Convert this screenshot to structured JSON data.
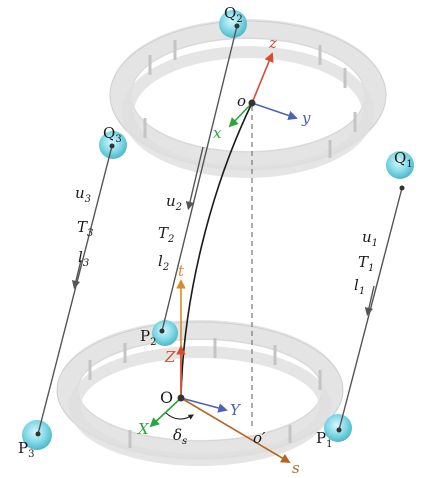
{
  "colors": {
    "z_axis": "#d94b2e",
    "x_axis": "#2aa63a",
    "y_axis": "#4a63b5",
    "t_axis": "#d98a2a",
    "s_axis": "#b8651e",
    "cable": "#555555",
    "joint": "#7fd8e6",
    "ring": "#e6e6e6"
  },
  "points": {
    "Q1": {
      "base": "Q",
      "sub": "1"
    },
    "Q2": {
      "base": "Q",
      "sub": "2"
    },
    "Q3": {
      "base": "Q",
      "sub": "3"
    },
    "P1": {
      "base": "P",
      "sub": "1"
    },
    "P2": {
      "base": "P",
      "sub": "2"
    },
    "P3": {
      "base": "P",
      "sub": "3"
    }
  },
  "cables": [
    {
      "u": {
        "base": "u",
        "sub": "1"
      },
      "T": {
        "base": "T",
        "sub": "1"
      },
      "l": {
        "base": "l",
        "sub": "1"
      }
    },
    {
      "u": {
        "base": "u",
        "sub": "2"
      },
      "T": {
        "base": "T",
        "sub": "2"
      },
      "l": {
        "base": "l",
        "sub": "2"
      }
    },
    {
      "u": {
        "base": "u",
        "sub": "3"
      },
      "T": {
        "base": "T",
        "sub": "3"
      },
      "l": {
        "base": "l",
        "sub": "3"
      }
    }
  ],
  "axes": {
    "top_origin": "o",
    "top_z": "z",
    "top_x": "x",
    "top_y": "y",
    "base_origin": "O",
    "base_Z": "Z",
    "base_X": "X",
    "base_Y": "Y",
    "t": "t",
    "s": "s",
    "o_prime": "o′",
    "delta": {
      "base": "δ",
      "sub": "s"
    }
  }
}
